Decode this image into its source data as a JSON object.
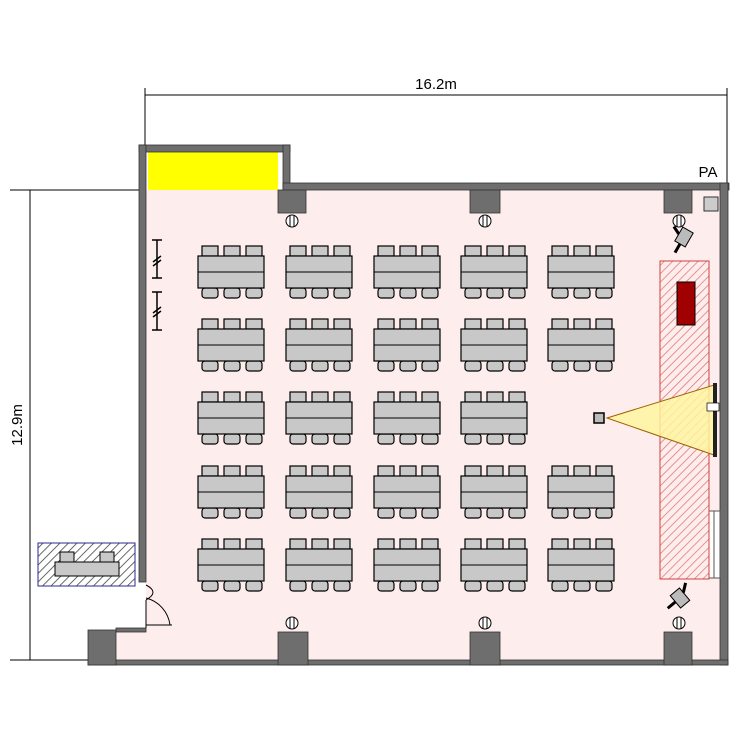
{
  "dimensions": {
    "width_label": "16.2m",
    "height_label": "12.9m"
  },
  "labels": {
    "pa": "PA"
  },
  "layout": {
    "table_rows": 5,
    "table_cols": 5,
    "chairs_per_side": 3,
    "missing_tables": [
      [
        2,
        4
      ]
    ]
  },
  "colors": {
    "floor": "#fdeeed",
    "wall": "#6e6e6e",
    "pillar": "#6e6e6e",
    "table": "#c8c8c8",
    "storage": "#ffff00",
    "stage_hatch": "#e06060",
    "podium": "#a00000",
    "projection": "#fff5a0",
    "reception_hatch": "#2a2a90"
  }
}
